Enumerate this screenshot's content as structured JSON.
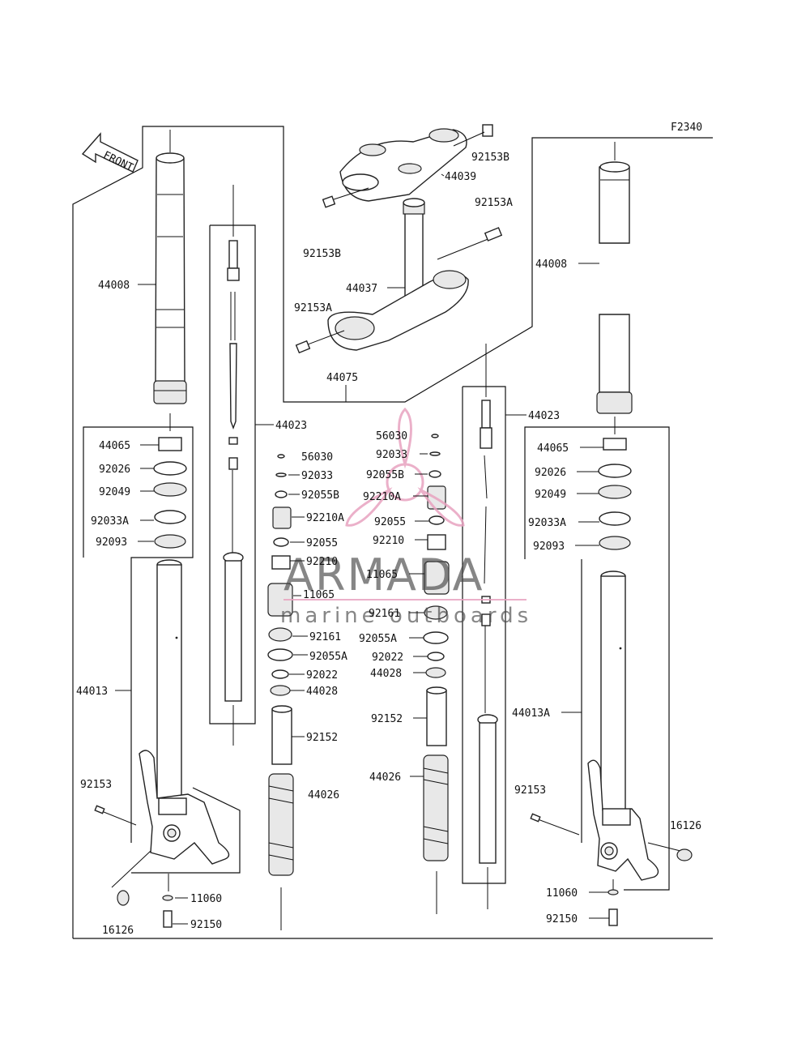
{
  "figure_code": "F2340",
  "direction_arrow": "FRONT",
  "watermark": {
    "title": "ARMADA",
    "subtitle": "marine outboards",
    "accent": "#e8a3c0",
    "text_color": "#4a4a4a"
  },
  "labels": [
    {
      "id": "l44008a",
      "text": "44008"
    },
    {
      "id": "l44065a",
      "text": "44065"
    },
    {
      "id": "l92026a",
      "text": "92026"
    },
    {
      "id": "l92049a",
      "text": "92049"
    },
    {
      "id": "l92033Aa",
      "text": "92033A"
    },
    {
      "id": "l92093a",
      "text": "92093"
    },
    {
      "id": "l44013",
      "text": "44013"
    },
    {
      "id": "l92153a",
      "text": "92153"
    },
    {
      "id": "l16126a",
      "text": "16126"
    },
    {
      "id": "l11060a",
      "text": "11060"
    },
    {
      "id": "l92150a",
      "text": "92150"
    },
    {
      "id": "l44023a",
      "text": "44023"
    },
    {
      "id": "l56030a",
      "text": "56030"
    },
    {
      "id": "l92033a",
      "text": "92033"
    },
    {
      "id": "l92055Ba",
      "text": "92055B"
    },
    {
      "id": "l92210Aa",
      "text": "92210A"
    },
    {
      "id": "l92055a",
      "text": "92055"
    },
    {
      "id": "l92210a",
      "text": "92210"
    },
    {
      "id": "l11065a",
      "text": "11065"
    },
    {
      "id": "l92161a",
      "text": "92161"
    },
    {
      "id": "l92055Aa",
      "text": "92055A"
    },
    {
      "id": "l92022a",
      "text": "92022"
    },
    {
      "id": "l44028a",
      "text": "44028"
    },
    {
      "id": "l92152a",
      "text": "92152"
    },
    {
      "id": "l44026a",
      "text": "44026"
    },
    {
      "id": "l92153B1",
      "text": "92153B"
    },
    {
      "id": "l44039",
      "text": "44039"
    },
    {
      "id": "l92153A1",
      "text": "92153A"
    },
    {
      "id": "l92153B2",
      "text": "92153B"
    },
    {
      "id": "l44037",
      "text": "44037"
    },
    {
      "id": "l92153A2",
      "text": "92153A"
    },
    {
      "id": "l44075",
      "text": "44075"
    },
    {
      "id": "l56030b",
      "text": "56030"
    },
    {
      "id": "l92033b",
      "text": "92033"
    },
    {
      "id": "l92055Bb",
      "text": "92055B"
    },
    {
      "id": "l92210Ab",
      "text": "92210A"
    },
    {
      "id": "l92055b",
      "text": "92055"
    },
    {
      "id": "l92210b",
      "text": "92210"
    },
    {
      "id": "l11065b",
      "text": "11065"
    },
    {
      "id": "l92161b",
      "text": "92161"
    },
    {
      "id": "l92055Ab",
      "text": "92055A"
    },
    {
      "id": "l92022b",
      "text": "92022"
    },
    {
      "id": "l44028b",
      "text": "44028"
    },
    {
      "id": "l92152b",
      "text": "92152"
    },
    {
      "id": "l44026b",
      "text": "44026"
    },
    {
      "id": "l44023b",
      "text": "44023"
    },
    {
      "id": "l44008b",
      "text": "44008"
    },
    {
      "id": "l44065b",
      "text": "44065"
    },
    {
      "id": "l92026b",
      "text": "92026"
    },
    {
      "id": "l92049b",
      "text": "92049"
    },
    {
      "id": "l92033Ab",
      "text": "92033A"
    },
    {
      "id": "l92093b",
      "text": "92093"
    },
    {
      "id": "l44013A",
      "text": "44013A"
    },
    {
      "id": "l92153b",
      "text": "92153"
    },
    {
      "id": "l16126b",
      "text": "16126"
    },
    {
      "id": "l11060b",
      "text": "11060"
    },
    {
      "id": "l92150b",
      "text": "92150"
    }
  ]
}
